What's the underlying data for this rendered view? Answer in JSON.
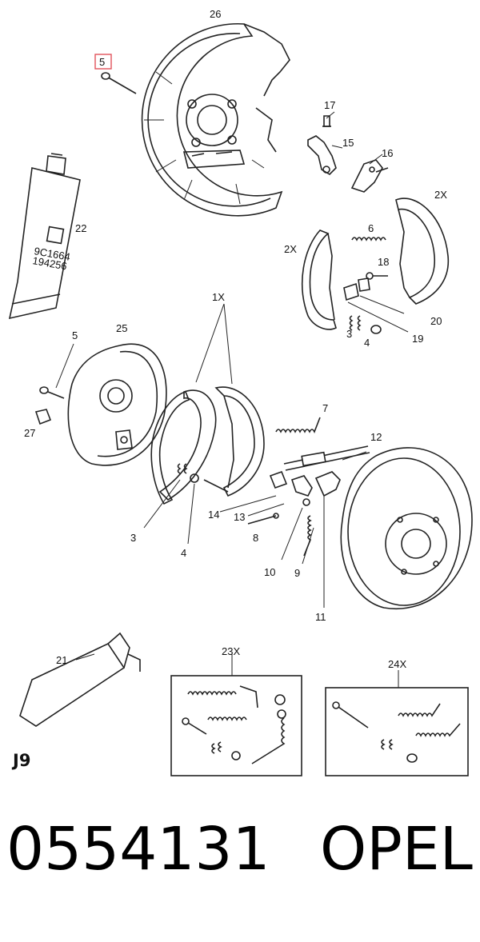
{
  "diagram": {
    "callouts": [
      {
        "id": "26",
        "label": "26"
      },
      {
        "id": "5a",
        "label": "5",
        "highlighted": true
      },
      {
        "id": "17",
        "label": "17"
      },
      {
        "id": "15",
        "label": "15"
      },
      {
        "id": "16",
        "label": "16"
      },
      {
        "id": "22",
        "label": "22"
      },
      {
        "id": "2x-right",
        "label": "2X"
      },
      {
        "id": "6",
        "label": "6"
      },
      {
        "id": "2x-left",
        "label": "2X"
      },
      {
        "id": "18",
        "label": "18"
      },
      {
        "id": "20",
        "label": "20"
      },
      {
        "id": "3a",
        "label": "3"
      },
      {
        "id": "4a",
        "label": "4"
      },
      {
        "id": "19",
        "label": "19"
      },
      {
        "id": "1x",
        "label": "1X"
      },
      {
        "id": "5b",
        "label": "5"
      },
      {
        "id": "25",
        "label": "25"
      },
      {
        "id": "7",
        "label": "7"
      },
      {
        "id": "27",
        "label": "27"
      },
      {
        "id": "12",
        "label": "12"
      },
      {
        "id": "14",
        "label": "14"
      },
      {
        "id": "13",
        "label": "13"
      },
      {
        "id": "8",
        "label": "8"
      },
      {
        "id": "3b",
        "label": "3"
      },
      {
        "id": "4b",
        "label": "4"
      },
      {
        "id": "10",
        "label": "10"
      },
      {
        "id": "9",
        "label": "9"
      },
      {
        "id": "11",
        "label": "11"
      },
      {
        "id": "21",
        "label": "21"
      },
      {
        "id": "23x",
        "label": "23X"
      },
      {
        "id": "24x",
        "label": "24X"
      }
    ],
    "section_code": "J9",
    "tube_22_print": [
      "9С1664",
      "194256"
    ],
    "highlight_color": "#e0525a"
  },
  "footer": {
    "part_number": "0554131",
    "brand": "OPEL"
  }
}
